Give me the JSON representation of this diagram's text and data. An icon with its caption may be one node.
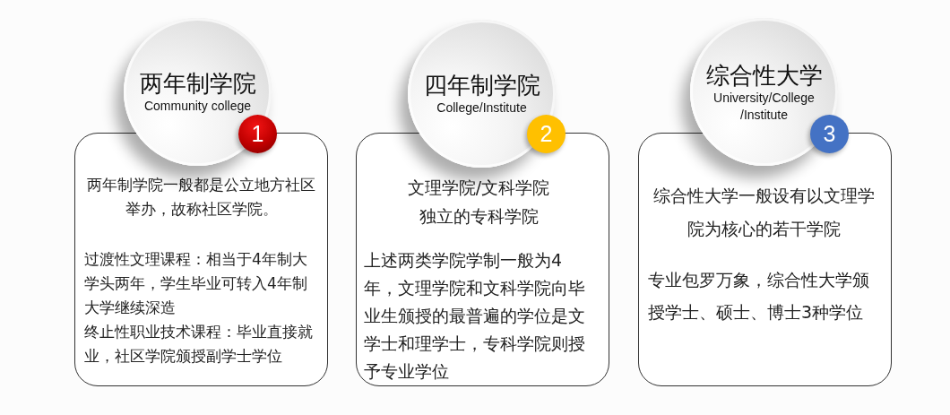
{
  "diagram": {
    "nodes": [
      {
        "text": [
          "两年制学院",
          "Community college"
        ]
      },
      {
        "text": [
          "1"
        ]
      },
      {
        "text": [
          "两年制学院一般都是公立地方社区举办，故称社区学院。",
          "过渡性文理课程：相当于4年制大学头两年，学生毕业可转入4年制大学继续深造",
          "终止性职业技术课程：毕业直接就业，社区学院颁授副学士学位"
        ]
      },
      {
        "text": [
          "四年制学院",
          "College/Institute"
        ]
      },
      {
        "text": [
          "2"
        ]
      },
      {
        "text": [
          "文理学院/文科学院",
          "独立的专科学院",
          "上述两类学院学制一般为4年，文理学院和文科学院向毕业生颁授的最普遍的学位是文学士和理学士，专科学院则授予专业学位"
        ]
      },
      {
        "text": [
          "综合性大学",
          "University/College /Institute"
        ]
      },
      {
        "text": [
          "3"
        ]
      },
      {
        "text": [
          "综合性大学一般设有以文理学院为核心的若干学院",
          "专业包罗万象，综合性大学颁授学士、硕士、博士3种学位"
        ]
      }
    ]
  }
}
